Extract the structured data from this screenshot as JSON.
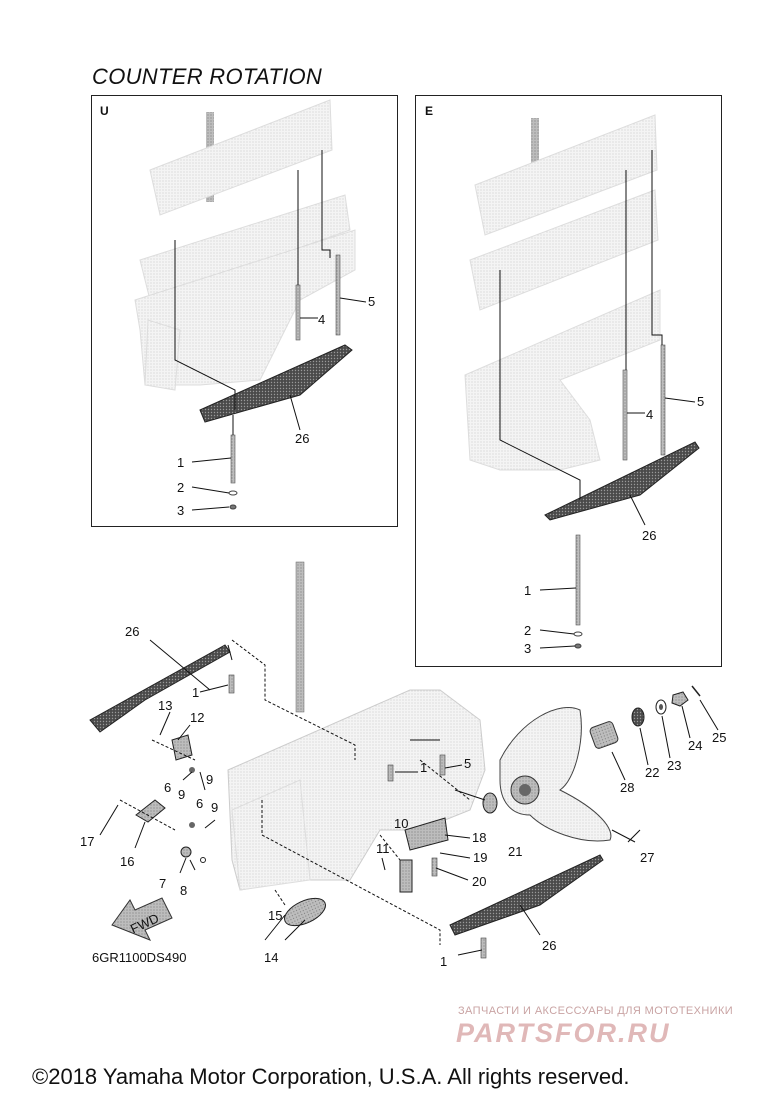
{
  "title": "COUNTER ROTATION",
  "panels": {
    "left_label": "U",
    "right_label": "E"
  },
  "callouts_left_panel": [
    "1",
    "2",
    "3",
    "4",
    "5",
    "26"
  ],
  "callouts_right_panel": [
    "1",
    "2",
    "3",
    "4",
    "5",
    "26"
  ],
  "callouts_main": [
    "1",
    "1",
    "1",
    "5",
    "6",
    "6",
    "7",
    "8",
    "9",
    "9",
    "10",
    "11",
    "12",
    "13",
    "14",
    "15",
    "16",
    "17",
    "18",
    "19",
    "20",
    "21",
    "22",
    "23",
    "24",
    "25",
    "26",
    "26",
    "27",
    "28"
  ],
  "fwd_label": "FWD",
  "diagram_code": "6GR1100DS490",
  "watermark": {
    "tagline": "ЗАПЧАСТИ И АКСЕССУАРЫ ДЛЯ МОТОТЕХНИКИ",
    "brand": "PARTSFOR.RU"
  },
  "copyright": "©2018 Yamaha Motor Corporation, U.S.A. All rights reserved."
}
